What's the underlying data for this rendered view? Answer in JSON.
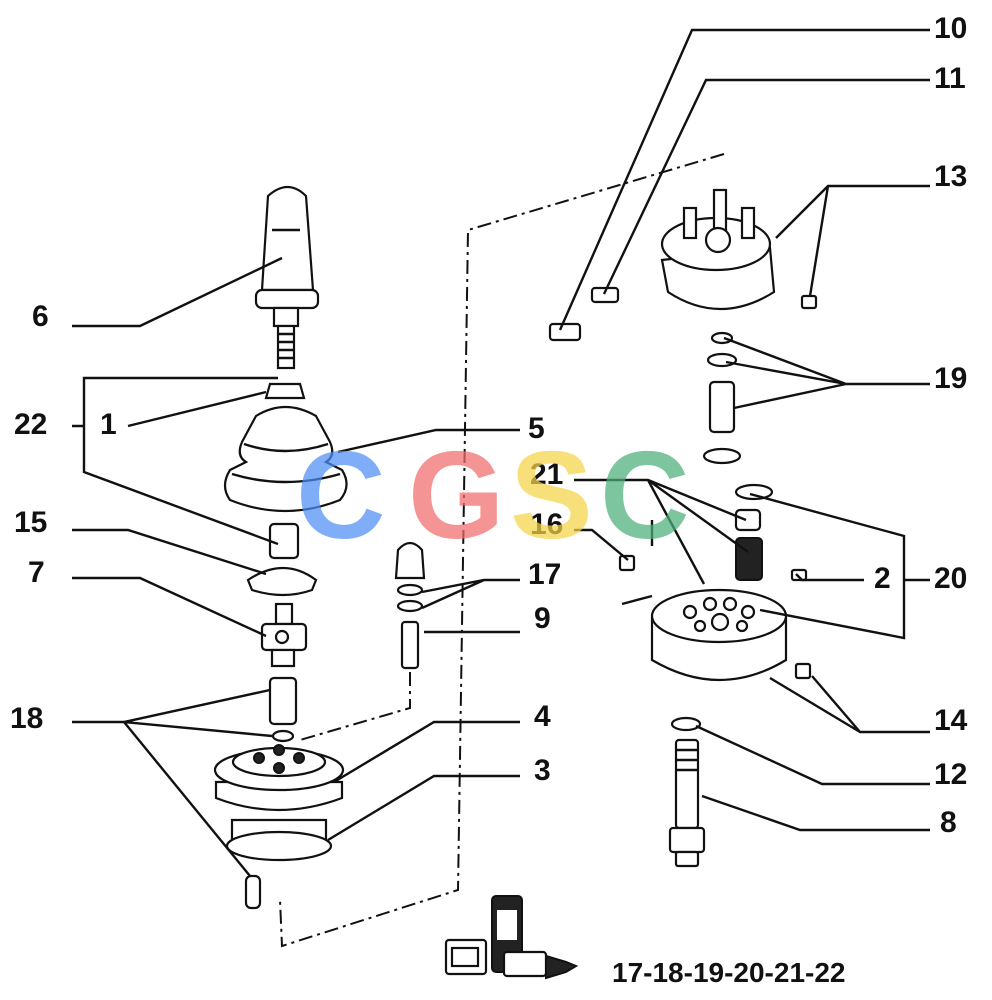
{
  "callouts": [
    "10",
    "11",
    "13",
    "6",
    "19",
    "22",
    "1",
    "5",
    "21",
    "15",
    "16",
    "17",
    "7",
    "2",
    "20",
    "9",
    "18",
    "4",
    "14",
    "3",
    "12",
    "8"
  ],
  "kit_label": "17-18-19-20-21-22",
  "watermark": {
    "letters": [
      "C",
      "G",
      "S",
      "C"
    ],
    "colors": [
      "#4f8ef5",
      "#f26b6b",
      "#f5d547",
      "#4cb07a"
    ]
  }
}
